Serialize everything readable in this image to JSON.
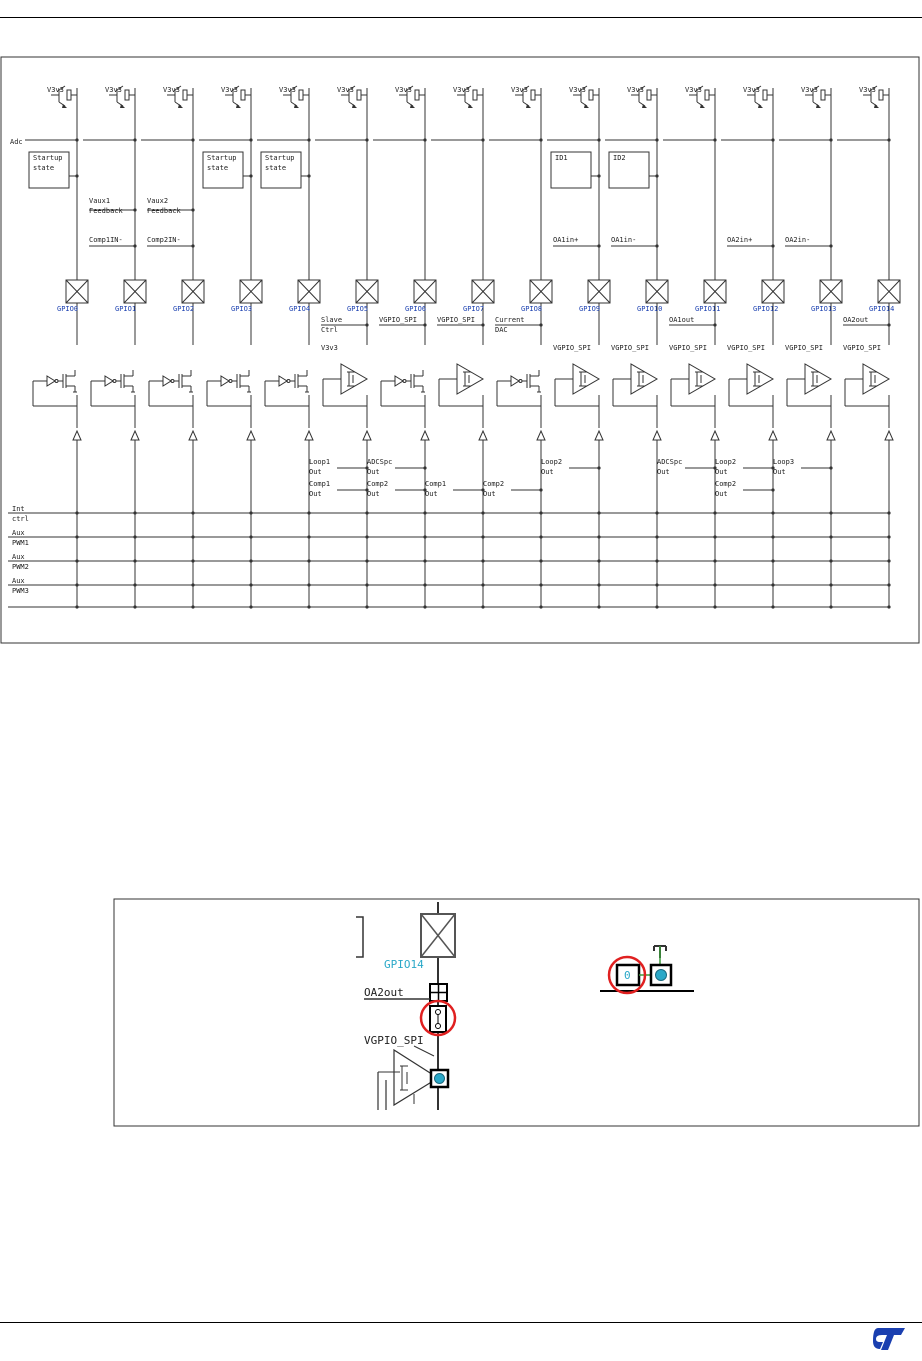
{
  "figure1": {
    "supply_labels": [
      "V3v3",
      "V3v3",
      "V3v3",
      "V3v3",
      "V3v3",
      "V3v3",
      "V3v3",
      "V3v3",
      "V3v3",
      "V3v3",
      "V3v3",
      "V3v3",
      "V3v3",
      "V3v3",
      "V3v3"
    ],
    "gpio_labels": [
      "GPIO0",
      "GPIO1",
      "GPIO2",
      "GPIO3",
      "GPIO4",
      "GPIO5",
      "GPIO6",
      "GPIO7",
      "GPIO8",
      "GPIO9",
      "GPIO10",
      "GPIO11",
      "GPIO12",
      "GPIO13",
      "GPIO14"
    ],
    "adc_label": "Adc",
    "blocks": [
      {
        "col": 0,
        "lines": [
          "Startup",
          "state"
        ]
      },
      {
        "col": 3,
        "lines": [
          "Startup",
          "state"
        ]
      },
      {
        "col": 4,
        "lines": [
          "Startup",
          "state"
        ]
      },
      {
        "col": 9,
        "lines": [
          "ID1"
        ]
      },
      {
        "col": 10,
        "lines": [
          "ID2"
        ]
      }
    ],
    "upper_signals": [
      {
        "col": 1,
        "lines": [
          "Vaux1",
          "Feedback"
        ]
      },
      {
        "col": 2,
        "lines": [
          "Vaux2",
          "Feedback"
        ]
      },
      {
        "col": 1,
        "lines": [
          "Comp1IN-"
        ]
      },
      {
        "col": 2,
        "lines": [
          "Comp2IN-"
        ]
      },
      {
        "col": 9,
        "lines": [
          "OA1in+"
        ]
      },
      {
        "col": 10,
        "lines": [
          "OA1in-"
        ]
      },
      {
        "col": 12,
        "lines": [
          "OA2in+"
        ]
      },
      {
        "col": 13,
        "lines": [
          "OA2in-"
        ]
      }
    ],
    "mid_signals": [
      {
        "col": 5,
        "lines": [
          "Slave",
          "Ctrl"
        ]
      },
      {
        "col": 6,
        "lines": [
          "VGPIO_SPI"
        ]
      },
      {
        "col": 7,
        "lines": [
          "VGPIO_SPI"
        ]
      },
      {
        "col": 8,
        "lines": [
          "Current",
          "DAC"
        ]
      },
      {
        "col": 11,
        "lines": [
          "OA1out"
        ]
      },
      {
        "col": 14,
        "lines": [
          "OA2out"
        ]
      }
    ],
    "driver_labels": [
      {
        "col": 5,
        "text": "V3v3"
      },
      {
        "col": 9,
        "text": "VGPIO_SPI"
      },
      {
        "col": 10,
        "text": "VGPIO_SPI"
      },
      {
        "col": 11,
        "text": "VGPIO_SPI"
      },
      {
        "col": 12,
        "text": "VGPIO_SPI"
      },
      {
        "col": 13,
        "text": "VGPIO_SPI"
      },
      {
        "col": 14,
        "text": "VGPIO_SPI"
      }
    ],
    "lower_signals": [
      {
        "col": 5,
        "lines": [
          "Loop1",
          "Out"
        ]
      },
      {
        "col": 6,
        "lines": [
          "ADCSpc",
          "Out"
        ]
      },
      {
        "col": 9,
        "lines": [
          "Loop2",
          "Out"
        ]
      },
      {
        "col": 11,
        "lines": [
          "ADCSpc",
          "Out"
        ]
      },
      {
        "col": 12,
        "lines": [
          "Loop2",
          "Out"
        ]
      },
      {
        "col": 13,
        "lines": [
          "Loop3",
          "Out"
        ]
      },
      {
        "col": 5,
        "lines": [
          "Comp1",
          "Out"
        ]
      },
      {
        "col": 6,
        "lines": [
          "Comp2",
          "Out"
        ]
      },
      {
        "col": 7,
        "lines": [
          "Comp1",
          "Out"
        ]
      },
      {
        "col": 8,
        "lines": [
          "Comp2",
          "Out"
        ]
      },
      {
        "col": 12,
        "lines": [
          "Comp2",
          "Out"
        ]
      }
    ],
    "bus_labels": [
      {
        "lines": [
          "Int",
          "ctrl"
        ]
      },
      {
        "lines": [
          "Aux",
          "PWM1"
        ]
      },
      {
        "lines": [
          "Aux",
          "PWM2"
        ]
      },
      {
        "lines": [
          "Aux",
          "PWM3"
        ]
      }
    ]
  },
  "figure2": {
    "gpio_label": "GPIO14",
    "oa_label": "OA2out",
    "vgpio_label": "VGPIO_SPI",
    "zero_glyph": "0"
  },
  "colors": {
    "gpio_text": "#1a3fb0",
    "highlight_circle": "#e02020",
    "pad_fill": "#2aa8c8",
    "logo": "#1a3fb0"
  }
}
